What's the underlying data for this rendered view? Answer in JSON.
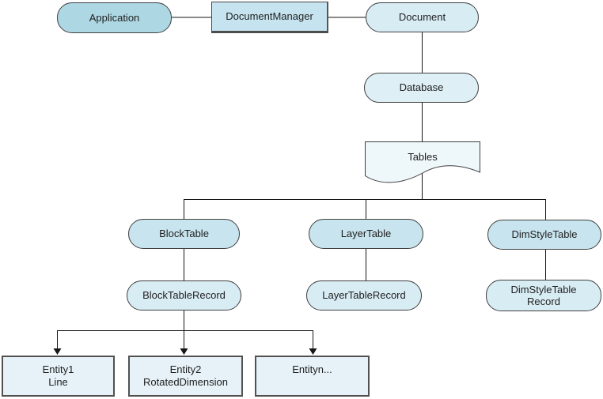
{
  "diagram": {
    "title_hint": "Object hierarchy diagram",
    "nodes": {
      "application": {
        "label": "Application"
      },
      "document_manager": {
        "label": "DocumentManager"
      },
      "document": {
        "label": "Document"
      },
      "database": {
        "label": "Database"
      },
      "tables": {
        "label": "Tables"
      },
      "block_table": {
        "label": "BlockTable"
      },
      "layer_table": {
        "label": "LayerTable"
      },
      "dim_style_table": {
        "label": "DimStyleTable"
      },
      "block_table_record": {
        "label": "BlockTableRecord"
      },
      "layer_table_record": {
        "label": "LayerTableRecord"
      },
      "dim_style_table_record": {
        "line1": "DimStyleTable",
        "line2": "Record"
      },
      "entity1": {
        "line1": "Entity1",
        "line2": "Line"
      },
      "entity2": {
        "line1": "Entity2",
        "line2": "RotatedDimension"
      },
      "entityn": {
        "line1": "Entityn...",
        "line2": ""
      }
    },
    "colors": {
      "application": "#aed7e4",
      "document_manager": "#c6e4ef",
      "document": "#d8ecf4",
      "database": "#deeff6",
      "tables": "#eef7fa",
      "table": "#c8e4ee",
      "record": "#d8ecf4",
      "entity": "#e6f2f8",
      "line": "#161616",
      "border": "#3f3f3f"
    }
  }
}
